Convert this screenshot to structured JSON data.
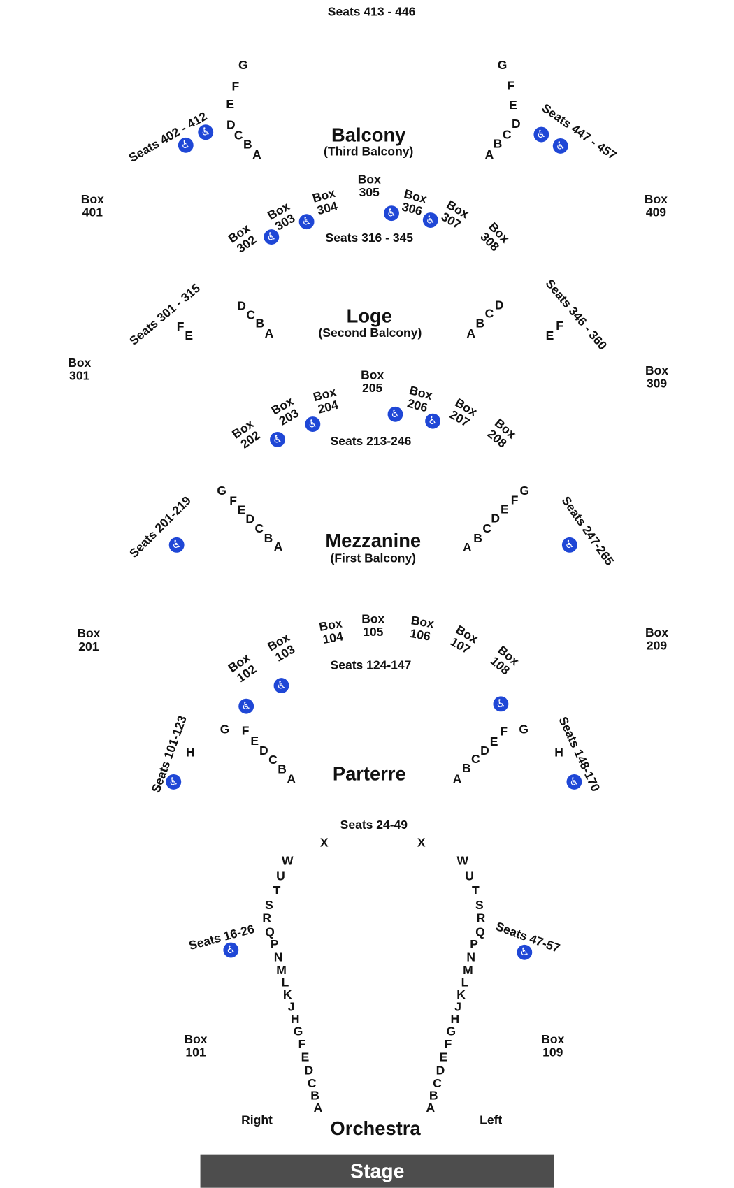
{
  "colors": {
    "accessible": "#1f47d6",
    "stage": "#4d4d4d"
  },
  "icon": {
    "accessible": "wheelchair-icon",
    "glyph": "♿"
  },
  "balcony": {
    "title": "Balcony",
    "subtitle": "(Third Balcony)",
    "top_seats": "Seats 413 - 446",
    "left_seats": "Seats 402 - 412",
    "right_seats": "Seats 447 - 457",
    "left_rows": [
      "G",
      "F",
      "E",
      "D",
      "C",
      "B",
      "A"
    ],
    "right_rows": [
      "G",
      "F",
      "E",
      "D",
      "C",
      "B",
      "A"
    ],
    "box_left": "Box 401",
    "box_right": "Box 409"
  },
  "balcony_boxes": {
    "b302": "Box 302",
    "b303": "Box 303",
    "b304": "Box 304",
    "b305": "Box 305",
    "b306": "Box 306",
    "b307": "Box 307",
    "b308": "Box 308",
    "seats": "Seats 316 - 345"
  },
  "loge": {
    "title": "Loge",
    "subtitle": "(Second Balcony)",
    "left_seats": "Seats 301 - 315",
    "right_seats": "Seats 346 - 360",
    "left_outer": [
      "F",
      "E"
    ],
    "left_rows": [
      "D",
      "C",
      "B",
      "A"
    ],
    "right_rows": [
      "A",
      "B",
      "C",
      "D"
    ],
    "right_outer": [
      "F",
      "E"
    ],
    "box_left": "Box 301",
    "box_right": "Box 309"
  },
  "loge_boxes": {
    "b202": "Box 202",
    "b203": "Box 203",
    "b204": "Box 204",
    "b205": "Box 205",
    "b206": "Box 206",
    "b207": "Box 207",
    "b208": "Box 208",
    "seats": "Seats 213-246"
  },
  "mezzanine": {
    "title": "Mezzanine",
    "subtitle": "(First Balcony)",
    "left_seats": "Seats 201-219",
    "right_seats": "Seats 247-265",
    "left_rows": [
      "G",
      "F",
      "E",
      "D",
      "C",
      "B",
      "A"
    ],
    "right_rows": [
      "A",
      "B",
      "C",
      "D",
      "E",
      "F",
      "G"
    ],
    "box_left": "Box 201",
    "box_right": "Box 209"
  },
  "mezz_boxes": {
    "b102": "Box 102",
    "b103": "Box 103",
    "b104": "Box 104",
    "b105": "Box 105",
    "b106": "Box 106",
    "b107": "Box 107",
    "b108": "Box 108",
    "seats": "Seats 124-147"
  },
  "parterre": {
    "title": "Parterre",
    "left_seats": "Seats 101-123",
    "right_seats": "Seats 148-170",
    "left_h": "H",
    "right_h": "H",
    "left_rows": [
      "G",
      "F",
      "E",
      "D",
      "C",
      "B",
      "A"
    ],
    "right_rows": [
      "A",
      "B",
      "C",
      "D",
      "E",
      "F",
      "G"
    ]
  },
  "orchestra": {
    "title": "Orchestra",
    "center_seats": "Seats 24-49",
    "x_left": "X",
    "x_right": "X",
    "left_seats": "Seats 16-26",
    "right_seats": "Seats 47-57",
    "rows": [
      "W",
      "U",
      "T",
      "S",
      "R",
      "Q",
      "P",
      "N",
      "M",
      "L",
      "K",
      "J",
      "H",
      "G",
      "F",
      "E",
      "D",
      "C",
      "B",
      "A"
    ],
    "box_left": "Box 101",
    "box_right": "Box 109",
    "side_right": "Right",
    "side_left": "Left"
  },
  "stage": {
    "label": "Stage"
  }
}
